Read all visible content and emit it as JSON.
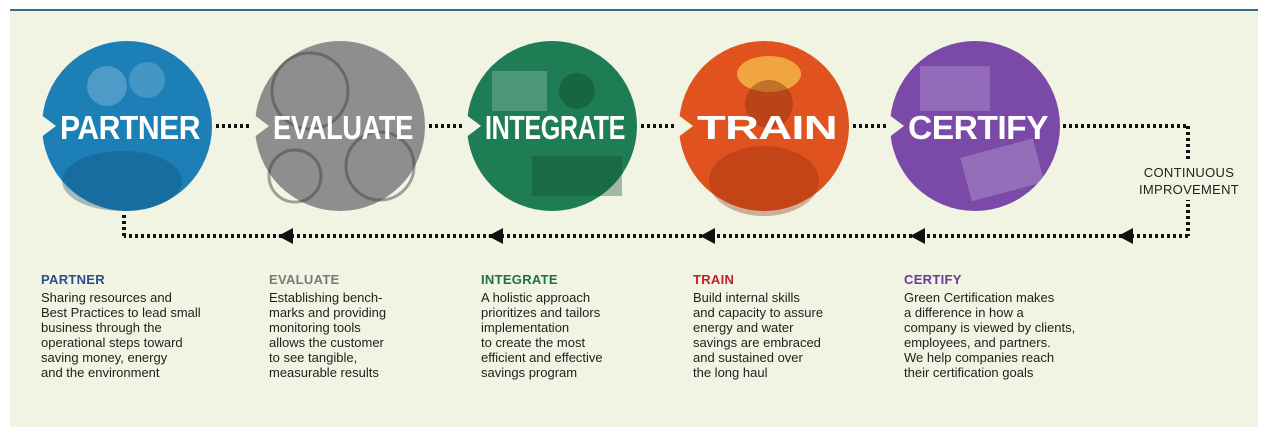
{
  "colors": {
    "background": "#f1f4e3",
    "top_rule": "#3a6b8c",
    "partner": "#1c7fb6",
    "evaluate": "#8e8e8e",
    "integrate": "#1f7d55",
    "train": "#e0521e",
    "certify": "#7b4aa8",
    "connector": "#111111"
  },
  "steps": [
    {
      "key": "partner",
      "circle_label": "PARTNER",
      "heading": "PARTNER",
      "heading_color": "#2a4d8c",
      "description": "Sharing resources and\nBest Practices to lead small\nbusiness through the\noperational steps toward\nsaving money, energy\nand the environment",
      "photo": "people-meeting"
    },
    {
      "key": "evaluate",
      "circle_label": "EVALUATE",
      "heading": "EVALUATE",
      "heading_color": "#7a7a7a",
      "description": "Establishing bench-\nmarks and providing\nmonitoring tools\nallows the customer\nto see tangible,\nmeasurable results",
      "photo": "meter-dials"
    },
    {
      "key": "integrate",
      "circle_label": "INTEGRATE",
      "heading": "INTEGRATE",
      "heading_color": "#1f6e4f",
      "description": "A holistic approach\nprioritizes and tailors\nimplementation\nto create the most\nefficient and effective\nsavings program",
      "photo": "technician-at-equipment"
    },
    {
      "key": "train",
      "circle_label": "TRAIN",
      "heading": "TRAIN",
      "heading_color": "#c0202a",
      "description": "Build internal skills\nand capacity to assure\nenergy and water\nsavings are embraced\nand sustained over\nthe long haul",
      "photo": "worker-in-hardhat"
    },
    {
      "key": "certify",
      "circle_label": "CERTIFY",
      "heading": "CERTIFY",
      "heading_color": "#6a3a9a",
      "description": "Green Certification makes\na difference in how a\ncompany is viewed by clients,\nemployees, and partners.\nWe help companies reach\ntheir certification goals",
      "photo": "documents-and-chart"
    }
  ],
  "cycle_label": "CONTINUOUS\nIMPROVEMENT"
}
